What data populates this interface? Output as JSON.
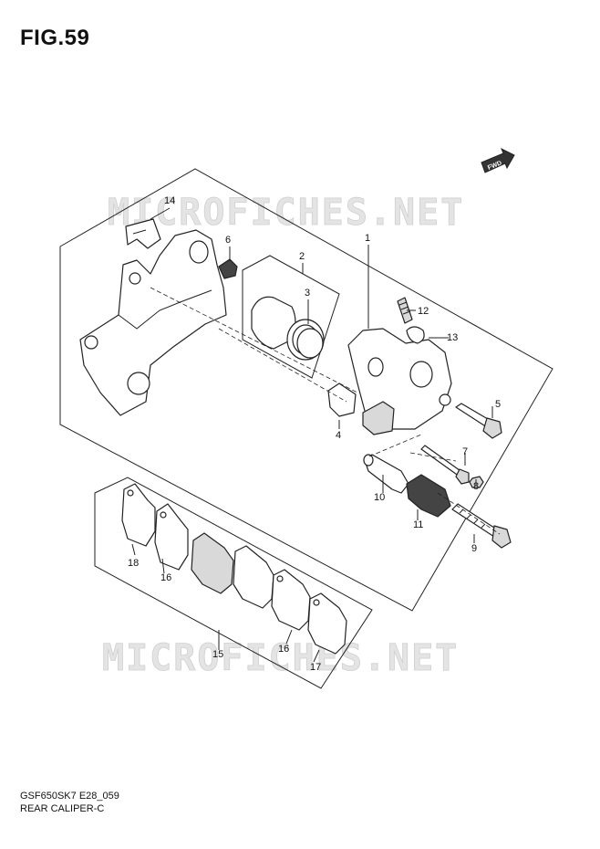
{
  "figure": {
    "title": "FIG.59",
    "code": "GSF650SK7 E28_059",
    "name": "REAR CALIPER-C",
    "watermark": "MICROFICHES.NET",
    "fwd_label": "FWD"
  },
  "callouts": {
    "c1": "1",
    "c2": "2",
    "c3": "3",
    "c4": "4",
    "c5": "5",
    "c6": "6",
    "c7": "7",
    "c8": "8",
    "c9": "9",
    "c10": "10",
    "c11": "11",
    "c12": "12",
    "c13": "13",
    "c14": "14",
    "c15": "15",
    "c16a": "16",
    "c16b": "16",
    "c17": "17",
    "c18": "18"
  }
}
